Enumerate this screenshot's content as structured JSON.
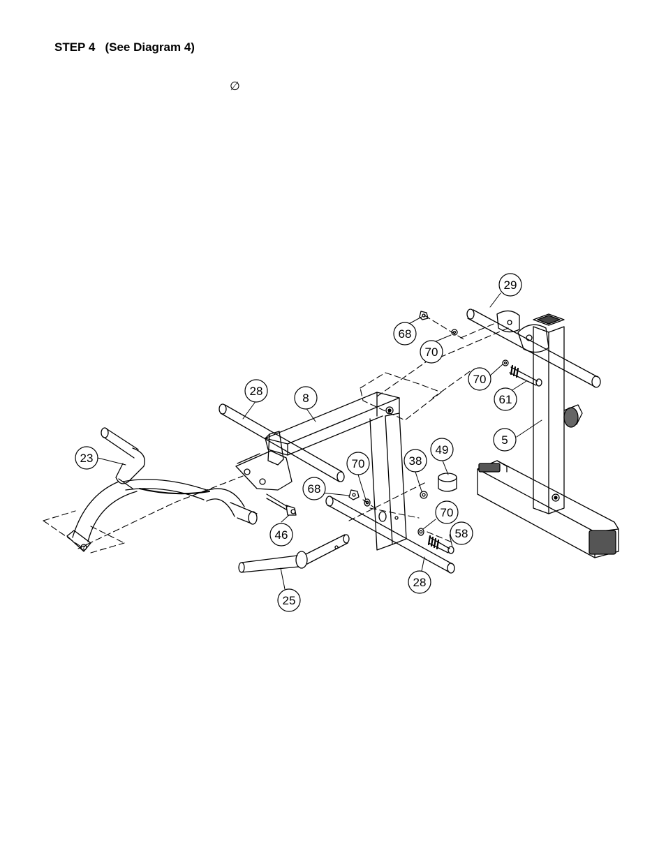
{
  "heading": "STEP 4   (See Diagram 4)",
  "diameter_symbol": "∅",
  "callouts": {
    "c29": "29",
    "c68a": "68",
    "c70a": "70",
    "c70b": "70",
    "c61": "61",
    "c5": "5",
    "c28a": "28",
    "c8": "8",
    "c23": "23",
    "c70c": "70",
    "c68b": "68",
    "c38": "38",
    "c49": "49",
    "c46": "46",
    "c70d": "70",
    "c58": "58",
    "c25": "25",
    "c28b": "28"
  },
  "line_color": "#000000",
  "paper_color": "#ffffff"
}
